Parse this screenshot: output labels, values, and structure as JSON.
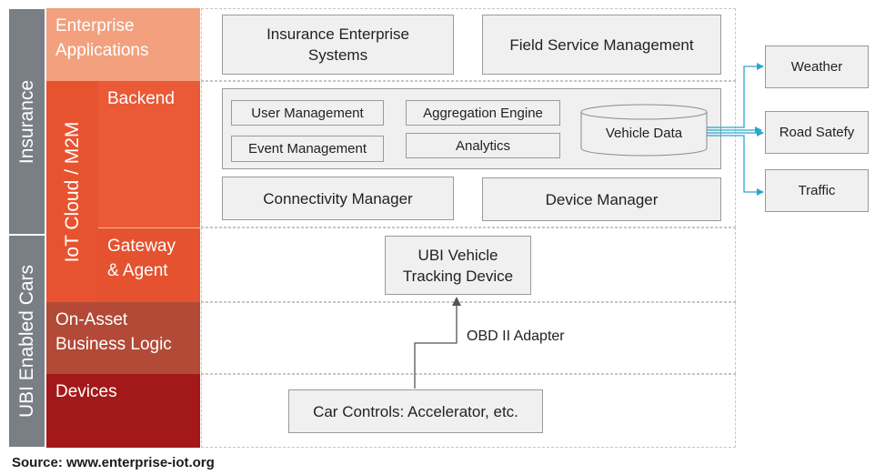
{
  "sidebar": {
    "insurance": "Insurance",
    "ubi_cars": "UBI Enabled Cars",
    "iot_cloud": "IoT Cloud / M2M"
  },
  "layers": {
    "enterprise_apps": "Enterprise\nApplications",
    "backend": "Backend",
    "gateway": "Gateway\n& Agent",
    "on_asset": "On-Asset\nBusiness Logic",
    "devices": "Devices"
  },
  "boxes": {
    "insurance_enterprise": "Insurance Enterprise\nSystems",
    "field_service": "Field Service Management",
    "user_mgmt": "User Management",
    "aggregation": "Aggregation Engine",
    "event_mgmt": "Event  Management",
    "analytics": "Analytics",
    "vehicle_data": "Vehicle Data",
    "connectivity": "Connectivity Manager",
    "device_mgr": "Device Manager",
    "ubi_device": "UBI Vehicle\nTracking Device",
    "car_controls": "Car Controls: Accelerator, etc.",
    "weather": "Weather",
    "road_safety": "Road Satefy",
    "traffic": "Traffic"
  },
  "edge_labels": {
    "obd": "OBD II Adapter"
  },
  "source": "Source: www.enterprise-iot.org",
  "colors": {
    "sidebar": "#7a7f86",
    "enterprise": "#f2a07e",
    "backend": "#ea5a36",
    "gateway": "#e5522f",
    "on_asset": "#b24a37",
    "devices": "#a3191a",
    "arrow": "#2aa7c9"
  }
}
